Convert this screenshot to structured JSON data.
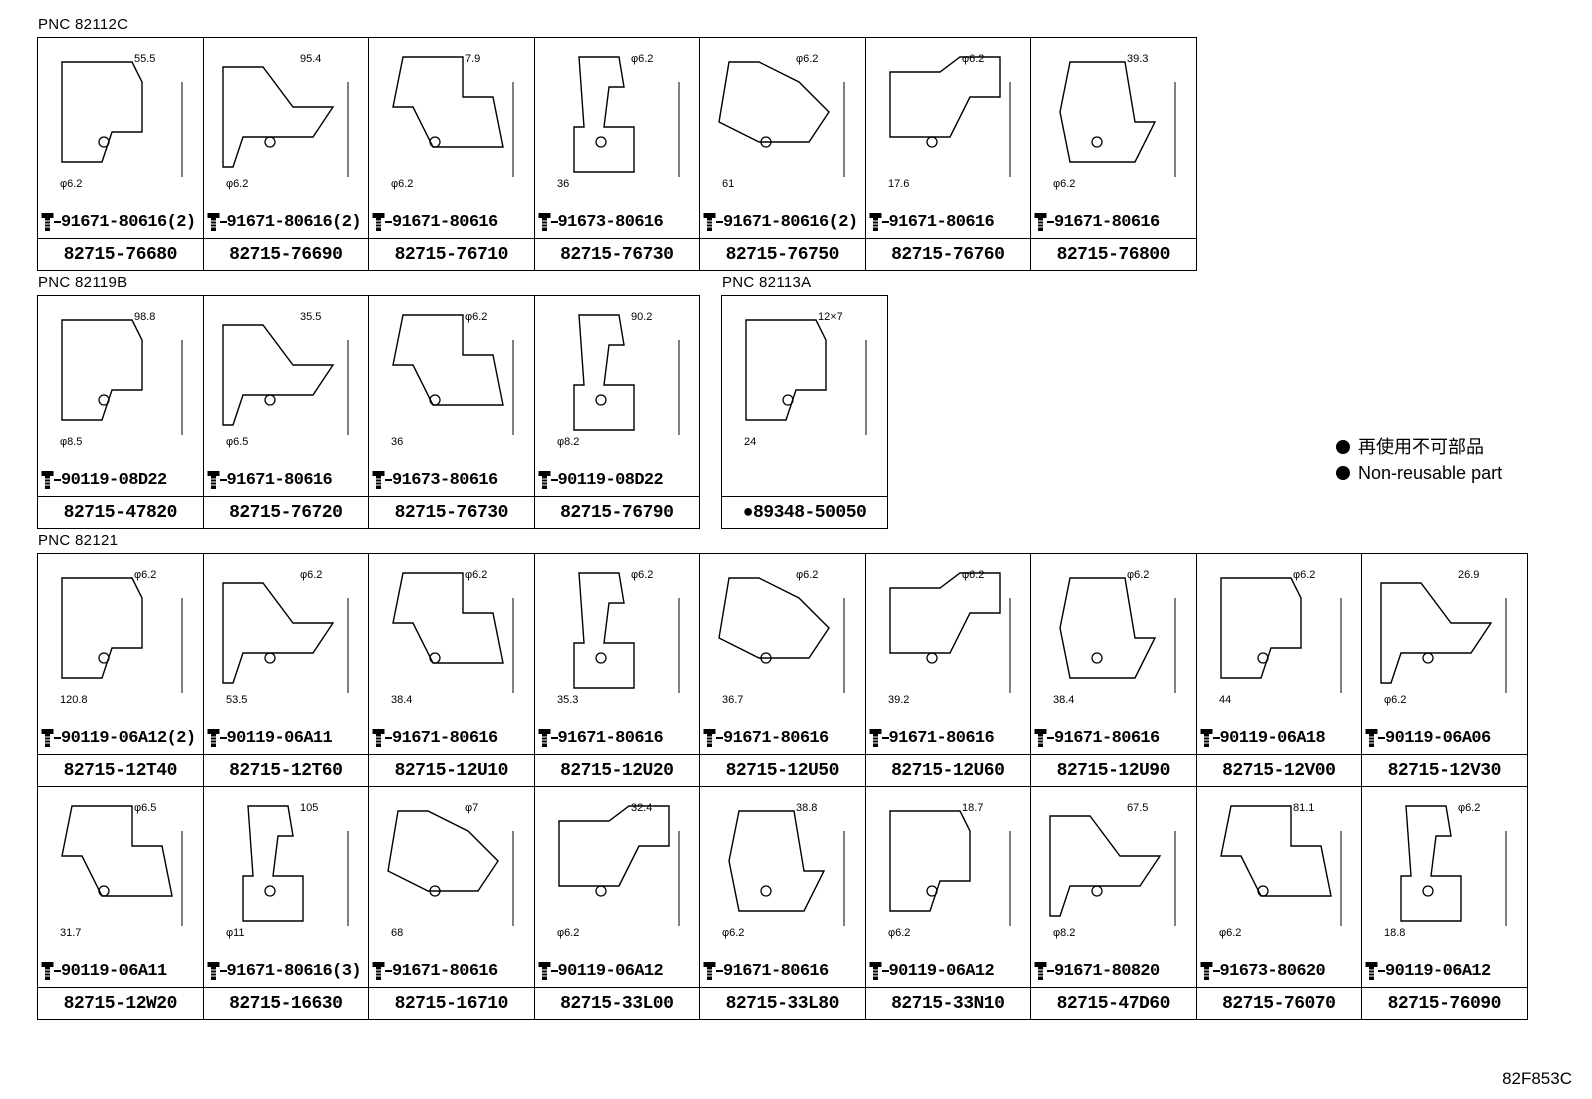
{
  "groups": [
    {
      "pnc": "PNC 82112C",
      "items": [
        {
          "bolt": "91671-80616(2)",
          "part": "82715-76680",
          "dims": [
            "55.5",
            "φ6.2"
          ]
        },
        {
          "bolt": "91671-80616(2)",
          "part": "82715-76690",
          "dims": [
            "95.4",
            "φ6.2"
          ]
        },
        {
          "bolt": "91671-80616",
          "part": "82715-76710",
          "dims": [
            "7.9",
            "φ6.2"
          ]
        },
        {
          "bolt": "91673-80616",
          "part": "82715-76730",
          "dims": [
            "φ6.2",
            "36"
          ]
        },
        {
          "bolt": "91671-80616(2)",
          "part": "82715-76750",
          "dims": [
            "φ6.2",
            "61"
          ]
        },
        {
          "bolt": "91671-80616",
          "part": "82715-76760",
          "dims": [
            "φ6.2",
            "17.6"
          ]
        },
        {
          "bolt": "91671-80616",
          "part": "82715-76800",
          "dims": [
            "39.3",
            "φ6.2"
          ]
        }
      ]
    },
    {
      "pnc": "PNC 82119B",
      "items": [
        {
          "bolt": "90119-08D22",
          "part": "82715-47820",
          "dims": [
            "98.8",
            "φ8.5"
          ]
        },
        {
          "bolt": "91671-80616",
          "part": "82715-76720",
          "dims": [
            "35.5",
            "φ6.5"
          ]
        },
        {
          "bolt": "91673-80616",
          "part": "82715-76730",
          "dims": [
            "φ6.2",
            "36"
          ]
        },
        {
          "bolt": "90119-08D22",
          "part": "82715-76790",
          "dims": [
            "90.2",
            "φ8.2"
          ]
        }
      ]
    },
    {
      "pnc": "PNC 82113A",
      "items": [
        {
          "bolt": "",
          "part": "●89348-50050",
          "dims": [
            "12×7",
            "24"
          ]
        }
      ]
    },
    {
      "pnc": "PNC 82121",
      "items": [
        {
          "bolt": "90119-06A12(2)",
          "part": "82715-12T40",
          "dims": [
            "φ6.2",
            "120.8"
          ]
        },
        {
          "bolt": "90119-06A11",
          "part": "82715-12T60",
          "dims": [
            "φ6.2",
            "53.5"
          ]
        },
        {
          "bolt": "91671-80616",
          "part": "82715-12U10",
          "dims": [
            "φ6.2",
            "38.4"
          ]
        },
        {
          "bolt": "91671-80616",
          "part": "82715-12U20",
          "dims": [
            "φ6.2",
            "35.3"
          ]
        },
        {
          "bolt": "91671-80616",
          "part": "82715-12U50",
          "dims": [
            "φ6.2",
            "36.7"
          ]
        },
        {
          "bolt": "91671-80616",
          "part": "82715-12U60",
          "dims": [
            "φ6.2",
            "39.2"
          ]
        },
        {
          "bolt": "91671-80616",
          "part": "82715-12U90",
          "dims": [
            "φ6.2",
            "38.4"
          ]
        },
        {
          "bolt": "90119-06A18",
          "part": "82715-12V00",
          "dims": [
            "φ6.2",
            "44"
          ]
        },
        {
          "bolt": "90119-06A06",
          "part": "82715-12V30",
          "dims": [
            "26.9",
            "φ6.2"
          ]
        },
        {
          "bolt": "90119-06A11",
          "part": "82715-12W20",
          "dims": [
            "φ6.5",
            "31.7"
          ]
        },
        {
          "bolt": "91671-80616(3)",
          "part": "82715-16630",
          "dims": [
            "105",
            "φ11"
          ]
        },
        {
          "bolt": "91671-80616",
          "part": "82715-16710",
          "dims": [
            "φ7",
            "68"
          ]
        },
        {
          "bolt": "90119-06A12",
          "part": "82715-33L00",
          "dims": [
            "32.4",
            "φ6.2"
          ]
        },
        {
          "bolt": "91671-80616",
          "part": "82715-33L80",
          "dims": [
            "38.8",
            "φ6.2"
          ]
        },
        {
          "bolt": "90119-06A12",
          "part": "82715-33N10",
          "dims": [
            "18.7",
            "φ6.2"
          ]
        },
        {
          "bolt": "91671-80820",
          "part": "82715-47D60",
          "dims": [
            "67.5",
            "φ8.2"
          ]
        },
        {
          "bolt": "91673-80620",
          "part": "82715-76070",
          "dims": [
            "81.1",
            "φ6.2"
          ]
        },
        {
          "bolt": "90119-06A12",
          "part": "82715-76090",
          "dims": [
            "φ6.2",
            "18.8"
          ]
        }
      ]
    }
  ],
  "legend": {
    "jp": "再使用不可部品",
    "en": "Non-reusable part"
  },
  "footer": "82F853C"
}
